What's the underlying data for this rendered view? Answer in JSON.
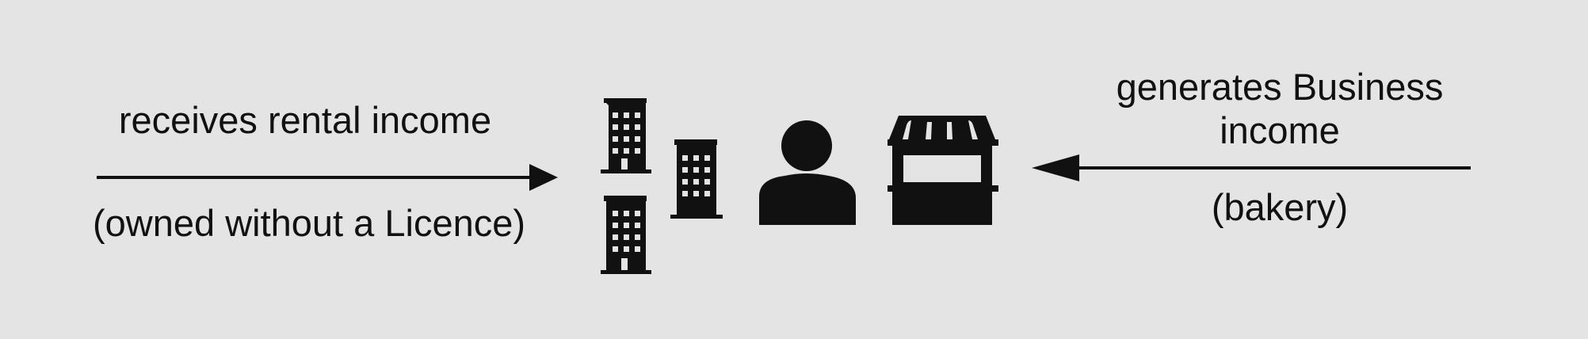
{
  "diagram": {
    "left_flow": {
      "label_above": "receives rental income",
      "label_below": "(owned without a Licence)"
    },
    "right_flow": {
      "label_above_line1": "generates Business",
      "label_above_line2": "income",
      "label_below": "(bakery)"
    },
    "icons": [
      "building-icon",
      "building-icon",
      "building-icon",
      "person-icon",
      "storefront-icon"
    ],
    "colors": {
      "background": "#e4e4e4",
      "foreground": "#111111"
    }
  }
}
